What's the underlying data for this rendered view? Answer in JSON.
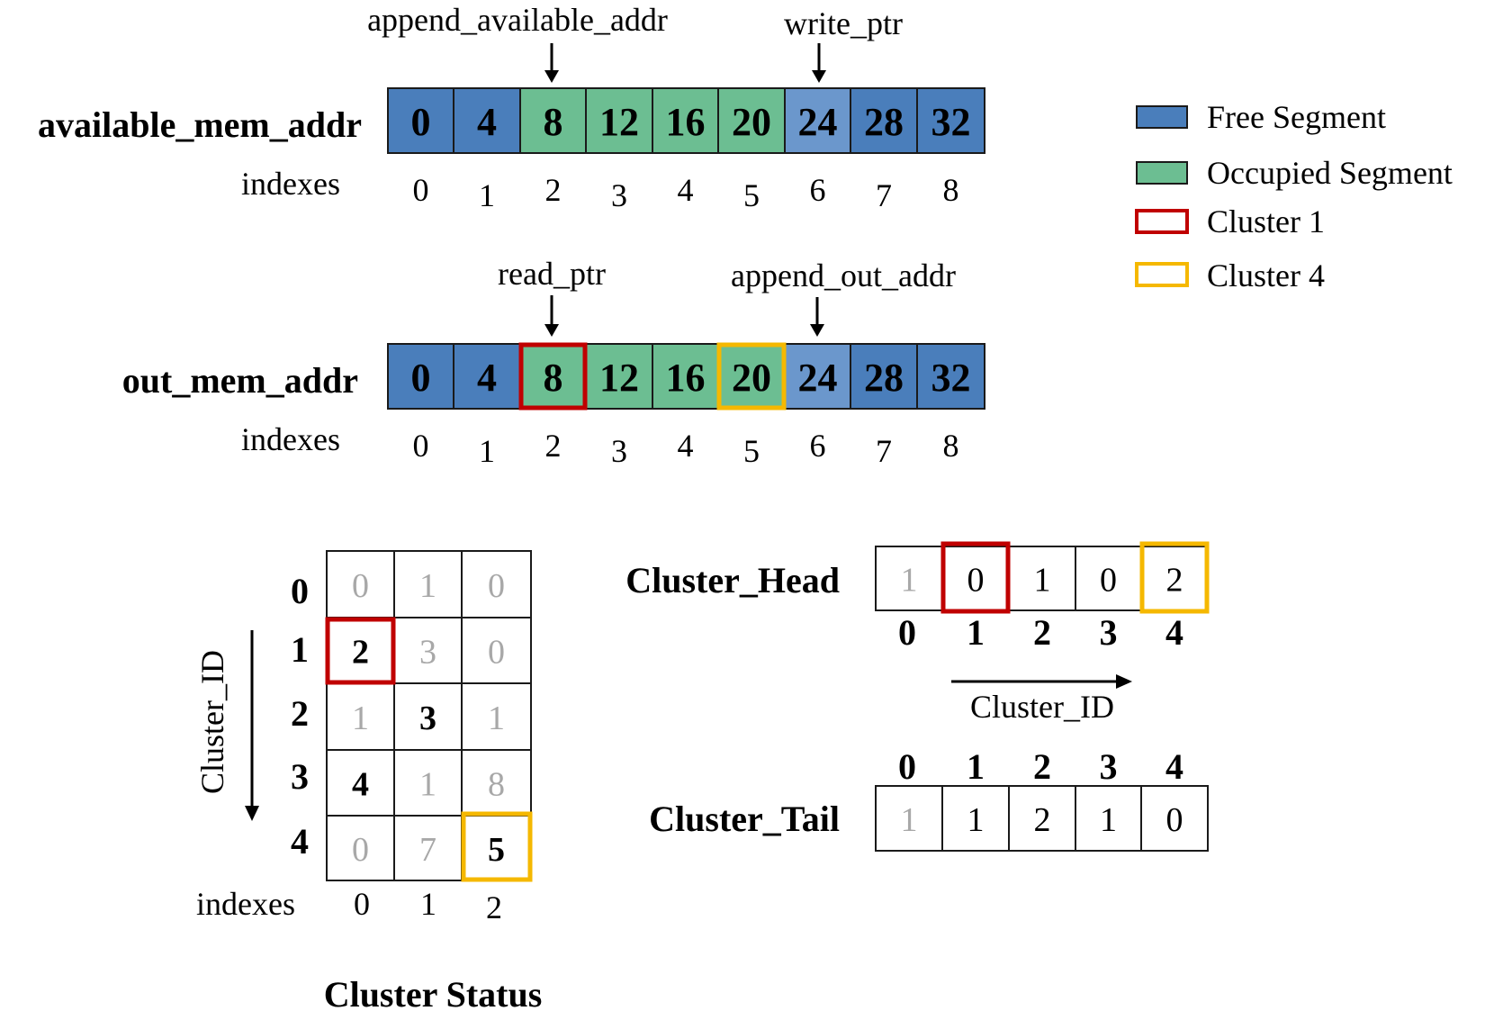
{
  "colors": {
    "free": "#4a7ebb",
    "free_light": "#6b97cc",
    "occupied": "#6cbe92",
    "cluster1": "#c00000",
    "cluster4": "#f5b800"
  },
  "legend": {
    "free": "Free Segment",
    "occupied": "Occupied Segment",
    "cluster1": "Cluster 1",
    "cluster4": "Cluster 4"
  },
  "available": {
    "name": "available_mem_addr",
    "index_label": "indexes",
    "pointers": [
      "append_available_addr",
      "write_ptr"
    ],
    "values": [
      "0",
      "4",
      "8",
      "12",
      "16",
      "20",
      "24",
      "28",
      "32"
    ],
    "indexes": [
      "0",
      "1",
      "2",
      "3",
      "4",
      "5",
      "6",
      "7",
      "8"
    ]
  },
  "out": {
    "name": "out_mem_addr",
    "index_label": "indexes",
    "pointers": [
      "read_ptr",
      "append_out_addr"
    ],
    "values": [
      "0",
      "4",
      "8",
      "12",
      "16",
      "20",
      "24",
      "28",
      "32"
    ],
    "indexes": [
      "0",
      "1",
      "2",
      "3",
      "4",
      "5",
      "6",
      "7",
      "8"
    ]
  },
  "status": {
    "title": "Cluster Status",
    "axis_label": "Cluster_ID",
    "index_label": "indexes",
    "row_ids": [
      "0",
      "1",
      "2",
      "3",
      "4"
    ],
    "col_ids": [
      "0",
      "1",
      "2"
    ],
    "cells": [
      [
        "0",
        "1",
        "0"
      ],
      [
        "2",
        "3",
        "0"
      ],
      [
        "1",
        "3",
        "1"
      ],
      [
        "4",
        "1",
        "8"
      ],
      [
        "0",
        "7",
        "5"
      ]
    ]
  },
  "head": {
    "name": "Cluster_Head",
    "values": [
      "1",
      "0",
      "1",
      "0",
      "2"
    ],
    "ids": [
      "0",
      "1",
      "2",
      "3",
      "4"
    ],
    "axis_label": "Cluster_ID"
  },
  "tail": {
    "name": "Cluster_Tail",
    "values": [
      "1",
      "1",
      "2",
      "1",
      "0"
    ],
    "ids": [
      "0",
      "1",
      "2",
      "3",
      "4"
    ]
  }
}
